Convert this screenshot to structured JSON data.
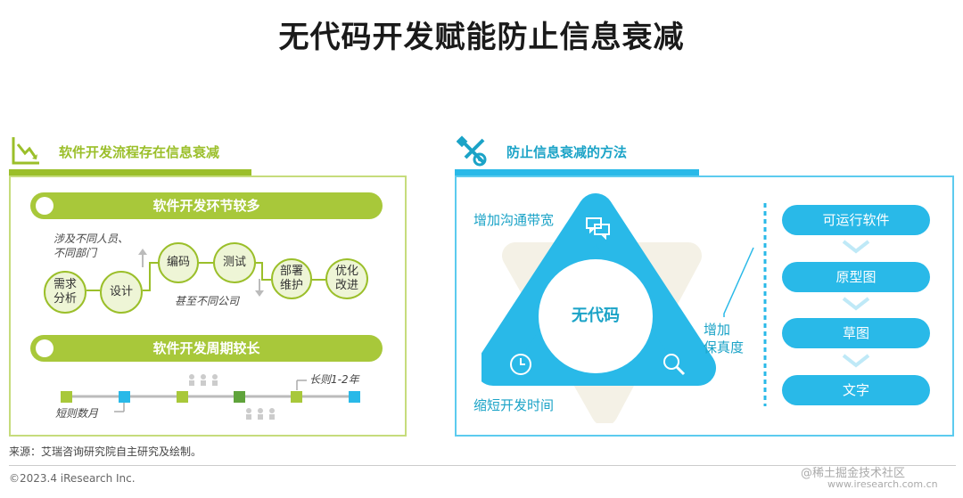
{
  "page_title": "无代码开发赋能防止信息衰减",
  "left": {
    "section_title": "软件开发流程存在信息衰减",
    "pill1": "软件开发环节较多",
    "nodes": [
      "需求\n分析",
      "设计",
      "编码",
      "测试",
      "部署\n维护",
      "优化\n改进"
    ],
    "note_top": "涉及不同人员、\n不同部门",
    "note_bottom": "甚至不同公司",
    "pill2": "软件开发周期较长",
    "note_long": "长则1-2年",
    "note_short": "短则数月"
  },
  "right": {
    "section_title": "防止信息衰减的方法",
    "center": "无代码",
    "label_top": "增加沟通带宽",
    "label_bottom": "缩短开发时间",
    "label_fidelity": "增加\n保真度",
    "stack": [
      "可运行软件",
      "原型图",
      "草图",
      "文字"
    ]
  },
  "source": "来源：艾瑞咨询研究院自主研究及绘制。",
  "copyright": "©2023.4 iResearch Inc.",
  "watermark": "@稀土掘金技术社区",
  "watermark2": "www.iresearch.com.cn",
  "colors": {
    "green": "#9bbf2a",
    "green_dark": "#5fa33b",
    "blue": "#29b9e8",
    "blue_dark": "#1ba3c7"
  },
  "icons": [
    "trend-down-icon",
    "tools-icon",
    "chat-icon",
    "clock-icon",
    "magnifier-icon",
    "person-icon",
    "chevron-down-icon"
  ]
}
